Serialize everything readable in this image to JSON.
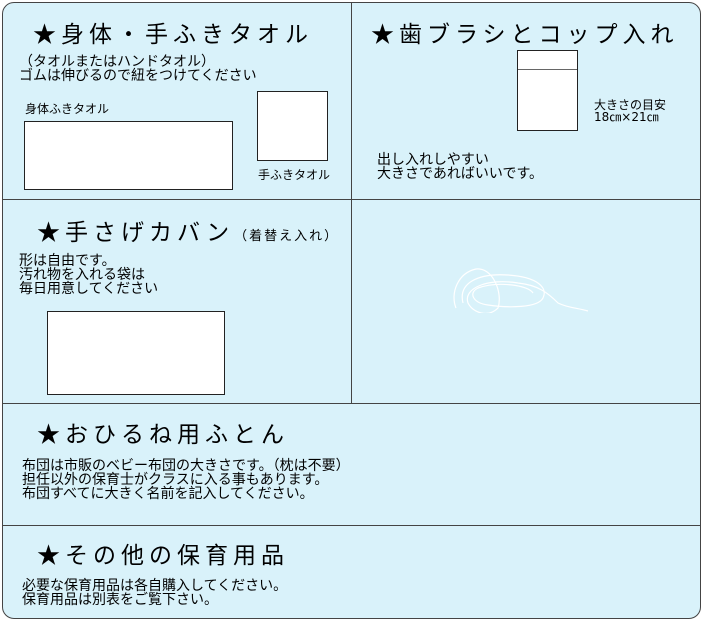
{
  "sections": {
    "towel": {
      "title": "★身体・手ふきタオル",
      "lines": [
        "（タオルまたはハンドタオル）",
        "ゴムは伸びるので紐をつけてください"
      ],
      "body_towel_label": "身体ふきタオル",
      "hand_towel_label": "手ふきタオル"
    },
    "toothbrush": {
      "title": "★歯ブラシとコップ入れ",
      "size_lines": [
        "大きさの目安",
        "18㎝×21㎝"
      ],
      "lines": [
        "出し入れしやすい",
        "大きさであればいいです。"
      ]
    },
    "bag": {
      "title": "★手さげカバン",
      "title_note": "（着替え入れ）",
      "lines": [
        "形は自由です。",
        "汚れ物を入れる袋は",
        "毎日用意してください"
      ]
    },
    "futon": {
      "title": "★おひるね用ふとん",
      "lines": [
        "布団は市販のベビー布団の大きさです。（枕は不要）",
        "担任以外の保育士がクラスに入る事もあります。",
        "布団すべてに大きく名前を記入してください。"
      ]
    },
    "other": {
      "title": "★その他の保育用品",
      "lines": [
        "必要な保育用品は各自購入してください。",
        "保育用品は別表をご覧下さい。"
      ]
    }
  }
}
